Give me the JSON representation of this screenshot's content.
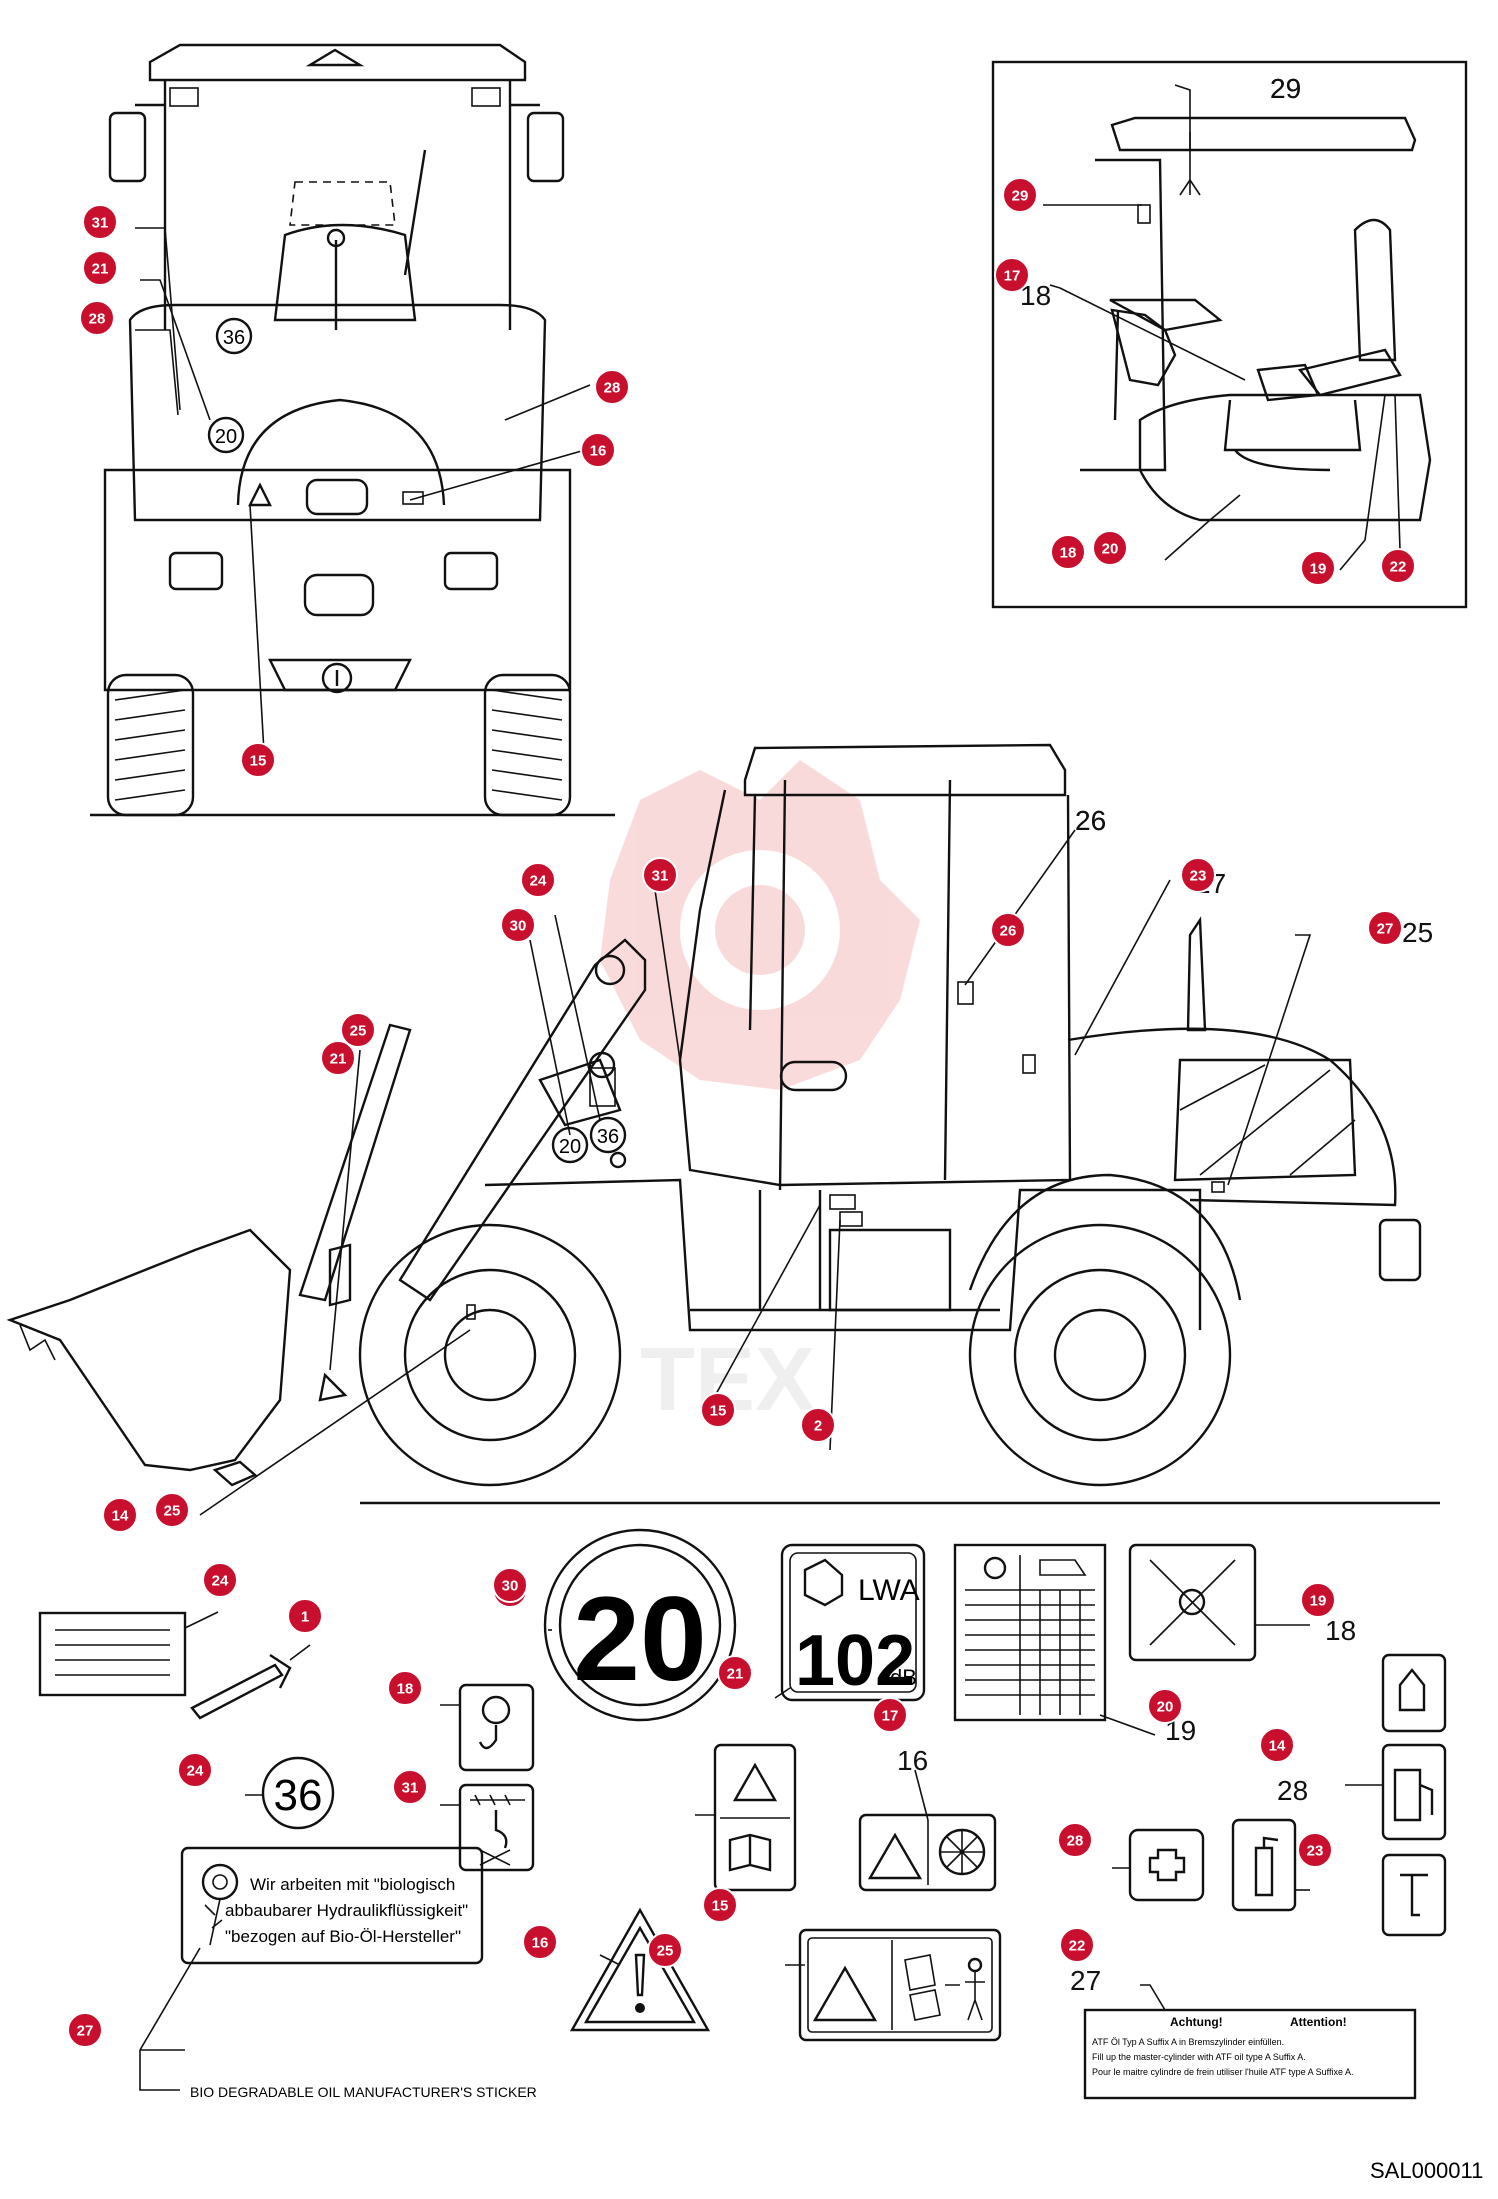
{
  "diagram": {
    "figure_code": "SAL000011",
    "watermark_text": "TEX",
    "callouts": [
      "31",
      "21",
      "28",
      "28",
      "16",
      "15",
      "29",
      "17",
      "18",
      "20",
      "19",
      "22",
      "23",
      "26",
      "27",
      "24",
      "25",
      "31",
      "30",
      "21",
      "15",
      "2",
      "14",
      "25",
      "24",
      "1",
      "2",
      "21",
      "20",
      "19",
      "18",
      "24",
      "31",
      "25",
      "17",
      "16",
      "15",
      "14",
      "28",
      "23",
      "22",
      "27",
      "30"
    ],
    "leader_numbers": [
      "29",
      "26",
      "27",
      "25",
      "18",
      "19",
      "16",
      "28",
      "27"
    ],
    "sticker_speed_20": "20",
    "sticker_speed_36": "36",
    "sticker_noise_lwa": "LWA",
    "sticker_noise_value": "102",
    "sticker_noise_unit": "dB",
    "bio_oil_line1": "Wir arbeiten mit \"biologisch",
    "bio_oil_line2": "abbaubarer Hydraulikflüssigkeit\"",
    "bio_oil_line3": "\"bezogen auf Bio-Öl-Hersteller\"",
    "bio_oil_caption": "BIO DEGRADABLE OIL MANUFACTURER'S STICKER",
    "atf_title_de": "Achtung!",
    "atf_title_fr": "Attention!",
    "atf_line1": "ATF Öl Typ A Suffix A in Bremszylinder einfüllen.",
    "atf_line2": "Fill up the master-cylinder with ATF oil type A Suffix A.",
    "atf_line3": "Pour le maitre cylindre de frein utiliser l'huile ATF type A Suffixe A."
  }
}
